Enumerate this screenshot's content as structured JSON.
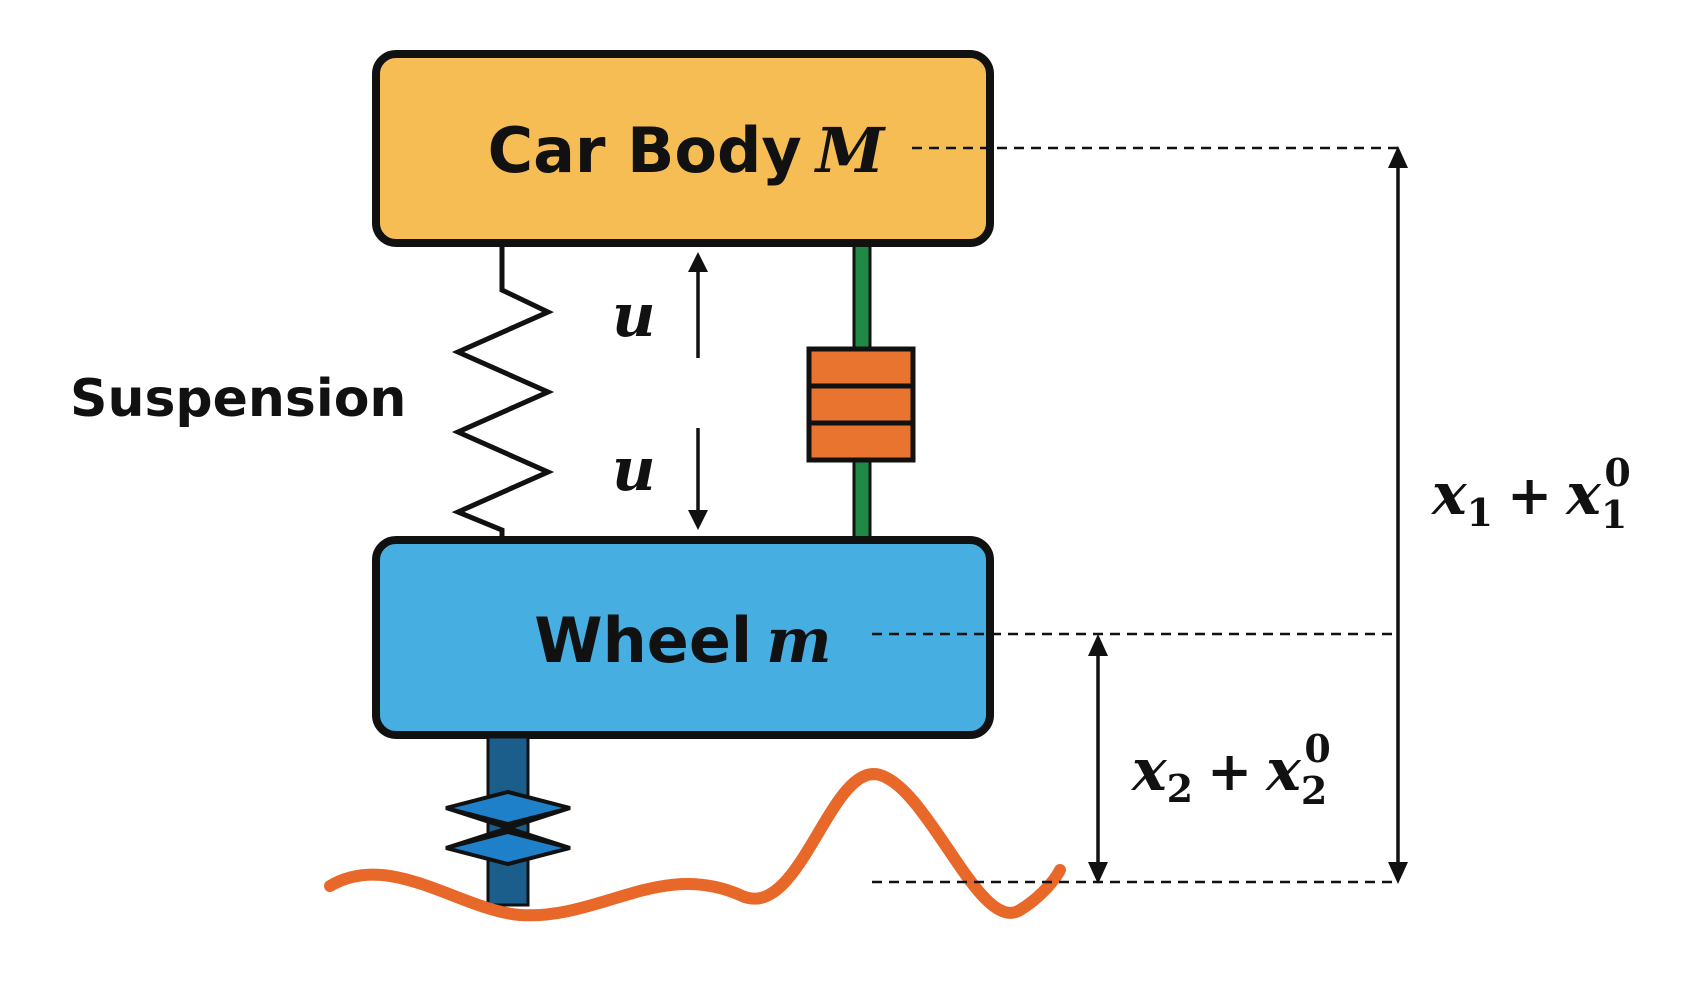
{
  "labels": {
    "car_body_text": "Car Body",
    "car_body_symbol": "M",
    "wheel_text": "Wheel",
    "wheel_symbol": "m",
    "suspension": "Suspension",
    "force_up": "u",
    "force_down": "u",
    "x1_var": "x",
    "x1_sub": "1",
    "x1_plus": "+",
    "x1_var2": "x",
    "x1_sub2": "1",
    "x1_sup": "0",
    "x2_var": "x",
    "x2_sub": "2",
    "x2_plus": "+",
    "x2_var2": "x",
    "x2_sub2": "2",
    "x2_sup": "0"
  },
  "colors": {
    "car_body_fill": "#F6BD55",
    "wheel_fill": "#47AEE2",
    "damper_rod": "#1E8A46",
    "damper_body": "#E87430",
    "tire_rod": "#1B5E8C",
    "tire_spring": "#1E80C8",
    "road": "#E8682A",
    "outline": "#111111"
  }
}
